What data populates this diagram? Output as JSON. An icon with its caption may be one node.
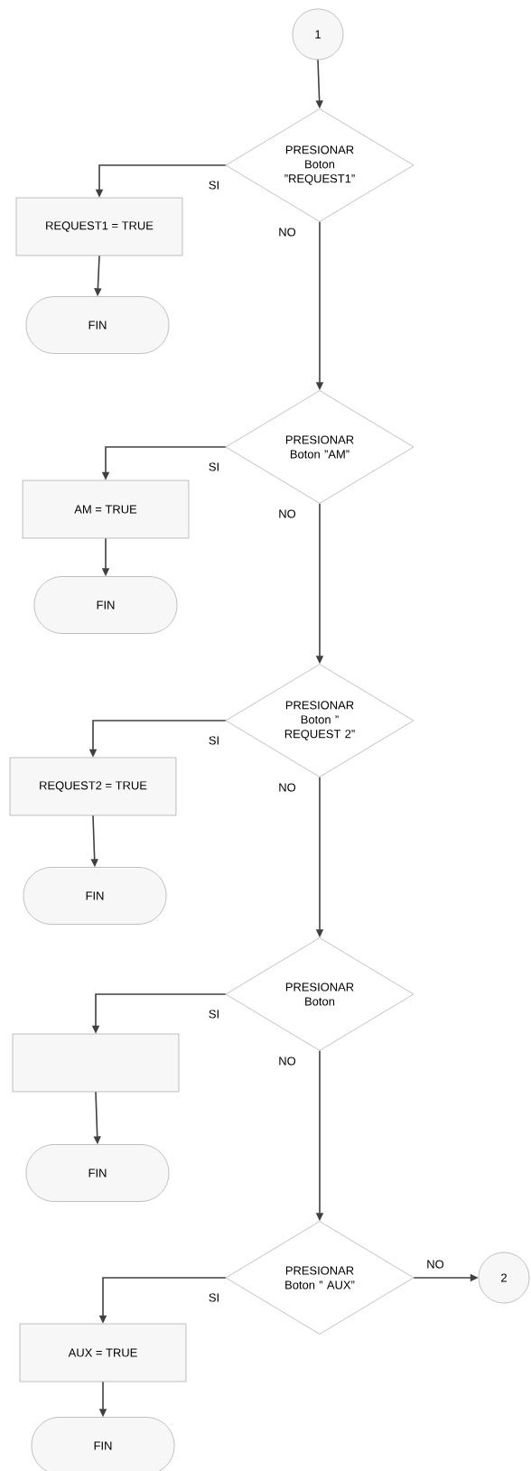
{
  "diagram": {
    "nodes": [
      {
        "text": [
          "1"
        ]
      },
      {
        "text": [
          "PRESIONAR Boton ”REQUEST1”"
        ]
      },
      {
        "text": [
          "REQUEST1 = TRUE"
        ]
      },
      {
        "text": [
          "FIN"
        ]
      },
      {
        "text": [
          "PRESIONAR Boton ”AM”"
        ]
      },
      {
        "text": [
          "AM = TRUE"
        ]
      },
      {
        "text": [
          "FIN"
        ]
      },
      {
        "text": [
          "PRESIONAR Boton ” REQUEST 2”"
        ]
      },
      {
        "text": [
          "REQUEST2 = TRUE"
        ]
      },
      {
        "text": [
          "FIN"
        ]
      },
      {
        "text": [
          "PRESIONAR Boton"
        ]
      },
      {
        "text": [],
        "shape": "box"
      },
      {
        "text": [
          "FIN"
        ]
      },
      {
        "text": [
          "PRESIONAR Boton ” AUX”"
        ]
      },
      {
        "text": [
          "2"
        ]
      },
      {
        "text": [
          "AUX = TRUE"
        ]
      },
      {
        "text": [
          "FIN"
        ]
      }
    ],
    "edges": [
      {
        "from": 0,
        "to": 1,
        "arrow": "to"
      },
      {
        "from": 1,
        "to": 2,
        "arrow": "to",
        "label": "SI"
      },
      {
        "from": 2,
        "to": 3,
        "arrow": "to"
      },
      {
        "from": 1,
        "to": 4,
        "arrow": "to",
        "label": "NO"
      },
      {
        "from": 4,
        "to": 5,
        "arrow": "to",
        "label": "SI"
      },
      {
        "from": 5,
        "to": 6,
        "arrow": "to"
      },
      {
        "from": 4,
        "to": 7,
        "arrow": "to",
        "label": "NO"
      },
      {
        "from": 7,
        "to": 8,
        "arrow": "to",
        "label": "SI"
      },
      {
        "from": 8,
        "to": 9,
        "arrow": "to"
      },
      {
        "from": 7,
        "to": 10,
        "arrow": "to",
        "label": "NO"
      },
      {
        "from": 10,
        "to": 11,
        "arrow": "to",
        "label": "SI"
      },
      {
        "from": 11,
        "to": 12,
        "arrow": "to"
      },
      {
        "from": 10,
        "to": 13,
        "arrow": "to",
        "label": "NO"
      },
      {
        "from": 13,
        "to": 15,
        "arrow": "to",
        "label": "SI"
      },
      {
        "from": 15,
        "to": 16,
        "arrow": "to"
      },
      {
        "from": 13,
        "to": 14,
        "arrow": "to",
        "label": "NO"
      }
    ]
  }
}
